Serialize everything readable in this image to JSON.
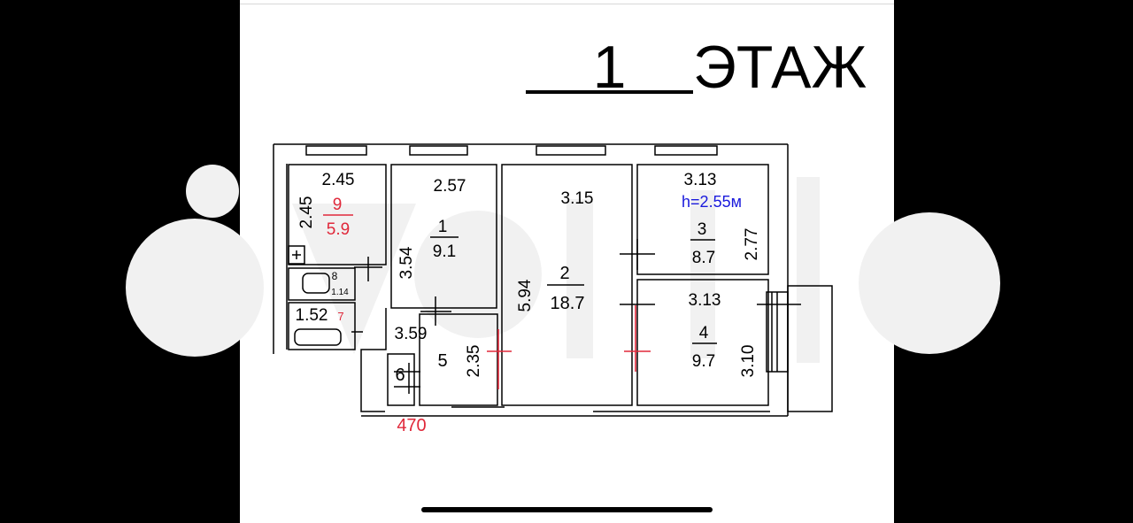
{
  "title": {
    "blank": "1",
    "word": "ЭТАЖ"
  },
  "ceiling_height": "h=2.55м",
  "rooms": {
    "r1": {
      "number": "1",
      "area": "9.1",
      "width": "2.57",
      "length": "3.54"
    },
    "r2": {
      "number": "2",
      "area": "18.7",
      "width": "3.15",
      "length": "5.94"
    },
    "r3": {
      "number": "3",
      "area": "8.7",
      "width": "3.13",
      "length": "2.77"
    },
    "r4": {
      "number": "4",
      "area": "9.7",
      "width": "3.13",
      "length": "3.10"
    },
    "r5": {
      "number": "5",
      "length": "3.59",
      "width": "2.35"
    },
    "r6": {
      "number": "6"
    },
    "r7": {
      "number": "7",
      "length": "1.52"
    },
    "r8": {
      "number": "8",
      "length": "1.14"
    },
    "r9": {
      "number": "9",
      "area": "5.9",
      "width": "2.45",
      "length": "2.45"
    }
  },
  "door_note": "470",
  "colors": {
    "screen_background": "#000000",
    "sheet": "#ffffff",
    "lines": "#000000",
    "red_marks": "#e0283a",
    "blue_text": "#1a1adc",
    "watermark": "#f0f0f0"
  }
}
